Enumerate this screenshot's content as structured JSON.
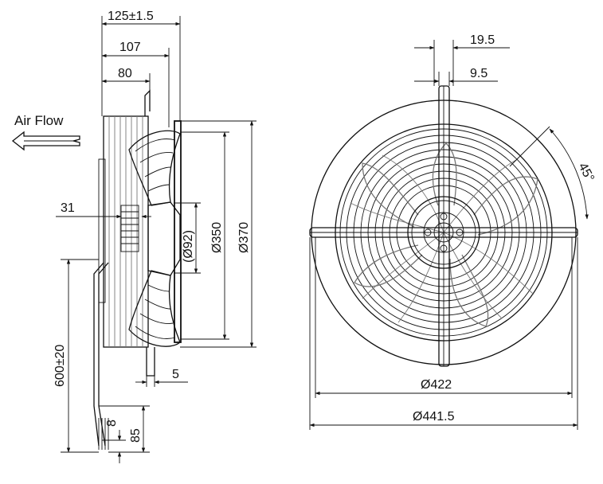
{
  "side_view": {
    "air_flow_label": "Air Flow",
    "dims": {
      "overall_depth": "125±1.5",
      "depth_107": "107",
      "depth_80": "80",
      "hub_31": "31",
      "hub_dia": "(Ø92)",
      "blade_dia": "Ø350",
      "guard_dia": "Ø370",
      "bracket_5": "5",
      "cable_length": "600±20",
      "strip_8": "8",
      "strip_85": "85"
    }
  },
  "front_view": {
    "dims": {
      "slot_19_5": "19.5",
      "slot_9_5": "9.5",
      "angle_45": "45°",
      "mount_dia": "Ø422",
      "overall_dia": "Ø441.5"
    }
  },
  "colors": {
    "line": "#111111",
    "detail": "#777777"
  }
}
